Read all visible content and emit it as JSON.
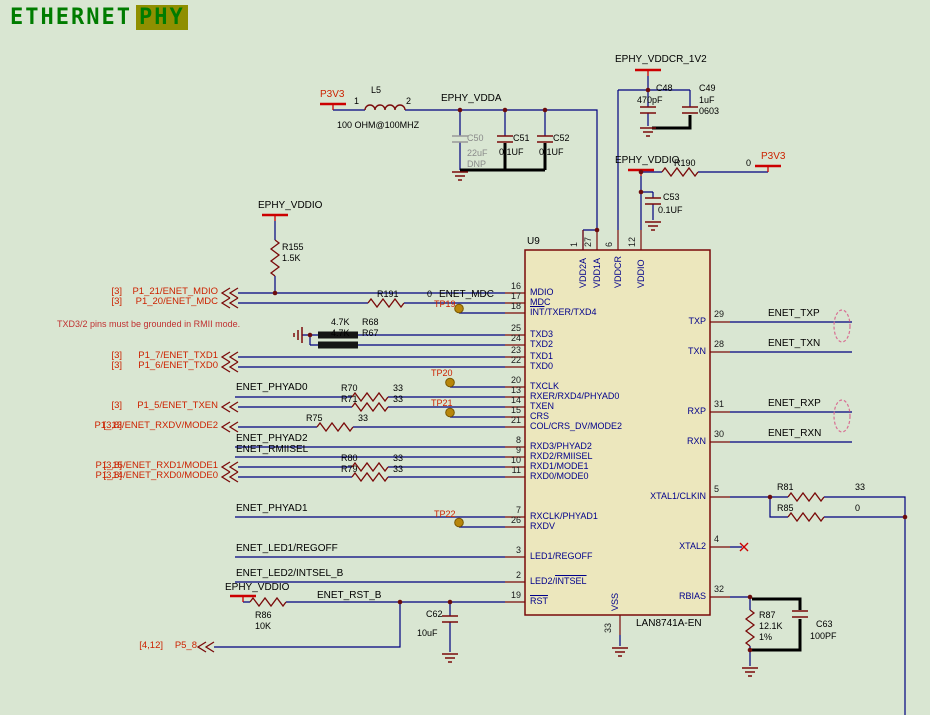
{
  "title": {
    "word1": "ETHERNET",
    "word2": "PHY"
  },
  "note": "TXD3/2 pins must be grounded in RMII mode.",
  "colors": {
    "accent_green": "#007c00",
    "highlight_olive": "#8f8f00",
    "wire_blue": "#000080",
    "symbol_maroon": "#7a0a0a",
    "offpage_red": "#cc2200",
    "chip_fill": "#ece7bd"
  },
  "power": {
    "p3v3_top": "P3V3",
    "p3v3_right": "P3V3",
    "vdda": "EPHY_VDDA",
    "vddcr": "EPHY_VDDCR_1V2",
    "vddio_top": "EPHY_VDDIO",
    "vddio_left": "EPHY_VDDIO",
    "vddio_rst": "EPHY_VDDIO"
  },
  "parts": {
    "L5": {
      "ref": "L5",
      "value": "100 OHM@100MHZ",
      "pin1": "1",
      "pin2": "2"
    },
    "C50": {
      "ref": "C50",
      "value": "22uF",
      "dnp": "DNP"
    },
    "C51": {
      "ref": "C51",
      "value": "0.1UF"
    },
    "C52": {
      "ref": "C52",
      "value": "0.1UF"
    },
    "C48": {
      "ref": "C48",
      "value": "470pF"
    },
    "C49": {
      "ref": "C49",
      "value": "1uF",
      "size": "0603"
    },
    "C53": {
      "ref": "C53",
      "value": "0.1UF"
    },
    "C62": {
      "ref": "C62",
      "value": "10uF"
    },
    "C63": {
      "ref": "C63",
      "value": "100PF"
    },
    "R155": {
      "ref": "R155",
      "value": "1.5K"
    },
    "R190": {
      "ref": "R190",
      "value": "0"
    },
    "R191": {
      "ref": "R191",
      "value": "0"
    },
    "R68": {
      "ref": "R68",
      "value": "4.7K"
    },
    "R67": {
      "ref": "R67",
      "value": "4.7K"
    },
    "R70": {
      "ref": "R70",
      "value": "33"
    },
    "R71": {
      "ref": "R71",
      "value": "33"
    },
    "R75": {
      "ref": "R75",
      "value": "33"
    },
    "R80": {
      "ref": "R80",
      "value": "33"
    },
    "R79": {
      "ref": "R79",
      "value": "33"
    },
    "R81": {
      "ref": "R81",
      "value": "33"
    },
    "R85": {
      "ref": "R85",
      "value": "0"
    },
    "R86": {
      "ref": "R86",
      "value": "10K"
    },
    "R87": {
      "ref": "R87",
      "value": "12.1K",
      "tol": "1%"
    }
  },
  "testpoints": {
    "tp19": "TP19",
    "tp20": "TP20",
    "tp21": "TP21",
    "tp22": "TP22"
  },
  "nets": {
    "enet_mdc": "ENET_MDC",
    "enet_phyad0": "ENET_PHYAD0",
    "enet_phyad1": "ENET_PHYAD1",
    "enet_phyad2": "ENET_PHYAD2",
    "enet_rmiisel": "ENET_RMIISEL",
    "enet_led1": "ENET_LED1/REGOFF",
    "enet_led2": "ENET_LED2/INTSEL_B",
    "enet_rst": "ENET_RST_B",
    "enet_txp": "ENET_TXP",
    "enet_txn": "ENET_TXN",
    "enet_rxp": "ENET_RXP",
    "enet_rxn": "ENET_RXN"
  },
  "offpage": [
    {
      "ref": "[3]",
      "name": "P1_21/ENET_MDIO"
    },
    {
      "ref": "[3]",
      "name": "P1_20/ENET_MDC"
    },
    {
      "ref": "[3]",
      "name": "P1_7/ENET_TXD1"
    },
    {
      "ref": "[3]",
      "name": "P1_6/ENET_TXD0"
    },
    {
      "ref": "[3]",
      "name": "P1_5/ENET_TXEN"
    },
    {
      "ref": "[3,8]",
      "name": "P1_13/ENET_RXDV/MODE2"
    },
    {
      "ref": "[3,8]",
      "name": "P1_15/ENET_RXD1/MODE1"
    },
    {
      "ref": "[3,8]",
      "name": "P1_14/ENET_RXD0/MODE0"
    },
    {
      "ref": "[4,12]",
      "name": "P5_8"
    }
  ],
  "chip": {
    "ref": "U9",
    "part": "LAN8741A-EN",
    "left_pins": [
      {
        "num": "16",
        "pre": "MDIO"
      },
      {
        "num": "17",
        "pre": "MDC"
      },
      {
        "num": "18",
        "bar": "INT",
        "post": "/TXER/TXD4"
      },
      {
        "num": "25",
        "pre": "TXD3"
      },
      {
        "num": "24",
        "pre": "TXD2"
      },
      {
        "num": "23",
        "pre": "TXD1"
      },
      {
        "num": "22",
        "pre": "TXD0"
      },
      {
        "num": "20",
        "pre": "TXCLK"
      },
      {
        "num": "13",
        "pre": "RXER/RXD4/PHYAD0"
      },
      {
        "num": "14",
        "pre": "TXEN"
      },
      {
        "num": "15",
        "pre": "CRS"
      },
      {
        "num": "21",
        "pre": "COL/CRS_DV/MODE2"
      },
      {
        "num": "8",
        "pre": "RXD3/PHYAD2"
      },
      {
        "num": "9",
        "pre": "RXD2/RMIISEL"
      },
      {
        "num": "10",
        "pre": "RXD1/MODE1"
      },
      {
        "num": "11",
        "pre": "RXD0/MODE0"
      },
      {
        "num": "7",
        "pre": "RXCLK/PHYAD1"
      },
      {
        "num": "26",
        "pre": "RXDV"
      },
      {
        "num": "3",
        "pre": "LED1/REGOFF"
      },
      {
        "num": "2",
        "pre": "LED2/",
        "bar": "INTSEL"
      },
      {
        "num": "19",
        "bar": "RST"
      }
    ],
    "right_pins": [
      {
        "num": "29",
        "name": "TXP"
      },
      {
        "num": "28",
        "name": "TXN"
      },
      {
        "num": "31",
        "name": "RXP"
      },
      {
        "num": "30",
        "name": "RXN"
      },
      {
        "num": "5",
        "name": "XTAL1/CLKIN"
      },
      {
        "num": "4",
        "name": "XTAL2"
      },
      {
        "num": "32",
        "name": "RBIAS"
      }
    ],
    "top_pins": [
      {
        "num": "1",
        "name": "VDD2A"
      },
      {
        "num": "27",
        "name": "VDD1A"
      },
      {
        "num": "6",
        "name": "VDDCR"
      },
      {
        "num": "12",
        "name": "VDDIO"
      }
    ],
    "bottom_pins": [
      {
        "num": "33",
        "name": "VSS"
      }
    ]
  }
}
